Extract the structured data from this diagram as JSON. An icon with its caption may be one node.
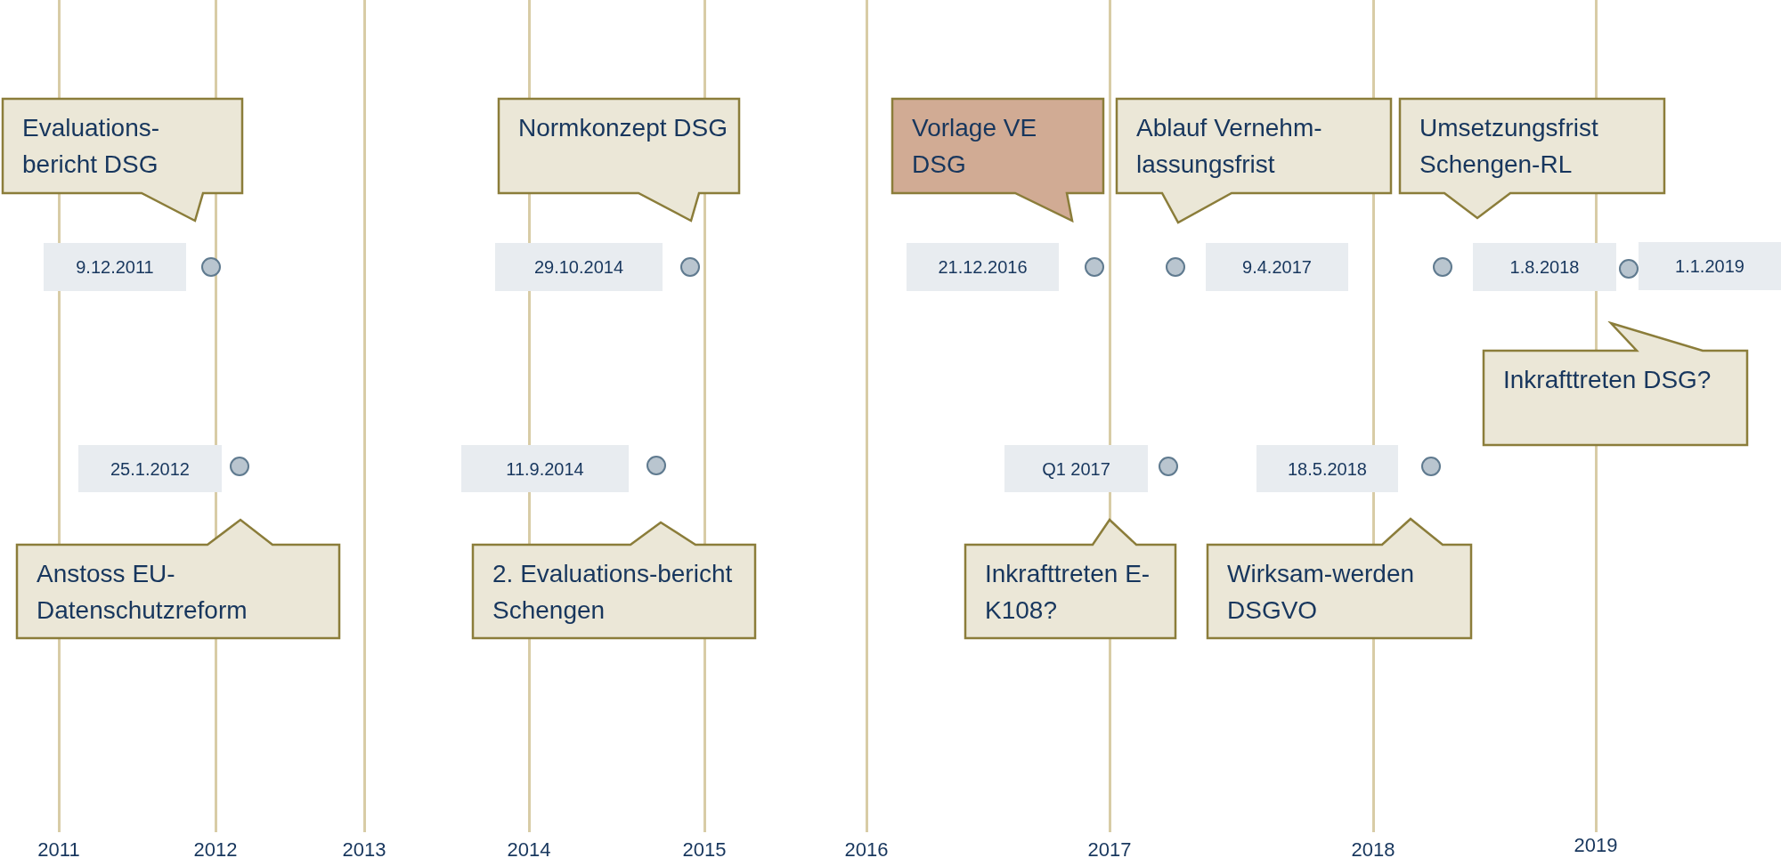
{
  "diagram": {
    "nodes": [
      {
        "text": [
          "Evaluations-bericht DSG"
        ]
      },
      {
        "text": [
          "Normkonzept DSG"
        ]
      },
      {
        "text": [
          "Vorlage VE DSG"
        ]
      },
      {
        "text": [
          "Ablauf Vernehm-lassungsfrist"
        ]
      },
      {
        "text": [
          "Umsetzungsfrist Schengen-RL"
        ]
      },
      {
        "text": [
          "9.12.2011"
        ]
      },
      {
        "text": [],
        "shape": "circle"
      },
      {
        "text": [
          "29.10.2014"
        ]
      },
      {
        "text": [],
        "shape": "circle"
      },
      {
        "text": [
          "21.12.2016"
        ]
      },
      {
        "text": [],
        "shape": "circle"
      },
      {
        "text": [],
        "shape": "circle"
      },
      {
        "text": [
          "9.4.2017"
        ]
      },
      {
        "text": [],
        "shape": "circle"
      },
      {
        "text": [
          "1.8.2018"
        ]
      },
      {
        "text": [],
        "shape": "circle"
      },
      {
        "text": [
          "1.1.2019"
        ]
      },
      {
        "text": [
          "Inkrafttreten DSG?"
        ]
      },
      {
        "text": [
          "25.1.2012"
        ]
      },
      {
        "text": [],
        "shape": "circle"
      },
      {
        "text": [
          "11.9.2014"
        ]
      },
      {
        "text": [],
        "shape": "circle"
      },
      {
        "text": [
          "Q1 2017"
        ]
      },
      {
        "text": [],
        "shape": "circle"
      },
      {
        "text": [
          "18.5.2018"
        ]
      },
      {
        "text": [],
        "shape": "circle"
      },
      {
        "text": [
          "Anstoss EU-Datenschutzreform"
        ]
      },
      {
        "text": [
          "2. Evaluations-bericht Schengen"
        ]
      },
      {
        "text": [
          "Inkrafttreten E-K108?"
        ]
      },
      {
        "text": [
          "Wirksam-werden DSGVO"
        ]
      }
    ],
    "labels": [
      "2011",
      "2012",
      "2013",
      "2014",
      "2015",
      "2016",
      "2017",
      "2018",
      "2019"
    ]
  }
}
